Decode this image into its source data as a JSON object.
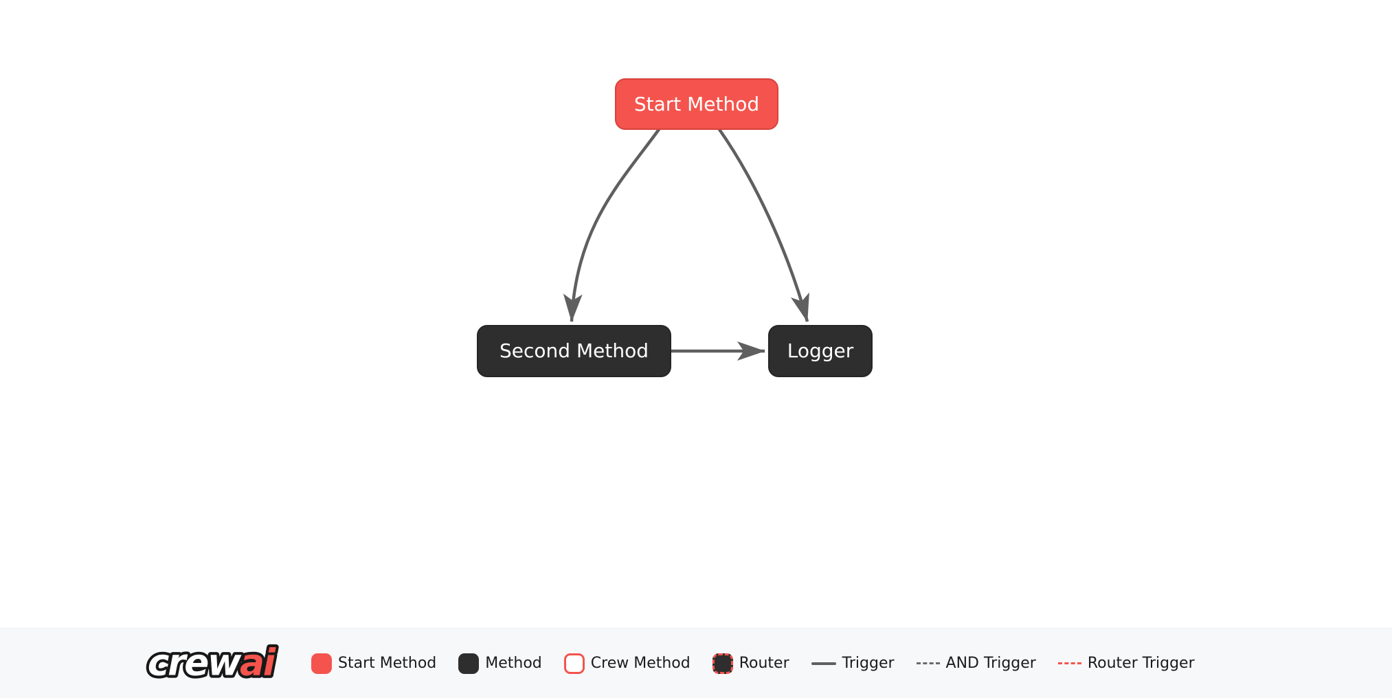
{
  "diagram": {
    "nodes": [
      {
        "id": "start_method",
        "label": "Start Method",
        "type": "start-method"
      },
      {
        "id": "second_method",
        "label": "Second Method",
        "type": "method"
      },
      {
        "id": "logger",
        "label": "Logger",
        "type": "method"
      }
    ],
    "edges": [
      {
        "from": "start_method",
        "to": "second_method",
        "type": "trigger"
      },
      {
        "from": "start_method",
        "to": "logger",
        "type": "trigger"
      },
      {
        "from": "second_method",
        "to": "logger",
        "type": "trigger"
      }
    ]
  },
  "legend": {
    "logo": {
      "crew": "crew",
      "ai": "ai"
    },
    "items": [
      {
        "label": "Start Method",
        "swatch": "start-method"
      },
      {
        "label": "Method",
        "swatch": "method"
      },
      {
        "label": "Crew Method",
        "swatch": "crew-method"
      },
      {
        "label": "Router",
        "swatch": "router"
      },
      {
        "label": "Trigger",
        "swatch": "trigger-line"
      },
      {
        "label": "AND Trigger",
        "swatch": "and-trigger-line"
      },
      {
        "label": "Router Trigger",
        "swatch": "router-trigger-line"
      }
    ]
  },
  "colors": {
    "start_node_fill": "#f4544d",
    "start_node_border": "#d6423a",
    "method_node_fill": "#2e2e2e",
    "node_text": "#ffffff",
    "edge": "#5f5f5f",
    "and_trigger": "#6a6a6a",
    "router_trigger": "#f4544d",
    "canvas_bg": "#ffffff",
    "footer_bg": "#f7f8fa",
    "legend_text": "#1b1b1b"
  }
}
